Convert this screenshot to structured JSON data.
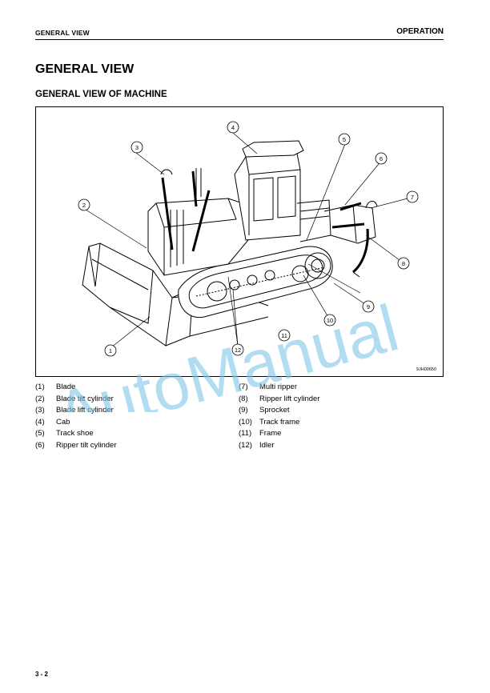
{
  "header": {
    "left": "GENERAL VIEW",
    "right": "OPERATION"
  },
  "title": "GENERAL VIEW",
  "subtitle": "GENERAL VIEW OF MACHINE",
  "figure": {
    "id": "9JH00650",
    "callouts": [
      "1",
      "2",
      "3",
      "4",
      "5",
      "6",
      "7",
      "8",
      "9",
      "10",
      "11",
      "12"
    ]
  },
  "parts_left": [
    {
      "num": "(1)",
      "label": "Blade"
    },
    {
      "num": "(2)",
      "label": "Blade tilt cylinder"
    },
    {
      "num": "(3)",
      "label": "Blade lift cylinder"
    },
    {
      "num": "(4)",
      "label": "Cab"
    },
    {
      "num": "(5)",
      "label": "Track shoe"
    },
    {
      "num": "(6)",
      "label": "Ripper tilt cylinder"
    }
  ],
  "parts_right": [
    {
      "num": "(7)",
      "label": "Multi ripper"
    },
    {
      "num": "(8)",
      "label": "Ripper lift cylinder"
    },
    {
      "num": "(9)",
      "label": "Sprocket"
    },
    {
      "num": "(10)",
      "label": "Track frame"
    },
    {
      "num": "(11)",
      "label": "Frame"
    },
    {
      "num": "(12)",
      "label": "Idler"
    }
  ],
  "watermark": "AutoManual",
  "page_number": "3 - 2",
  "colors": {
    "watermark": "#7fc6e8"
  }
}
